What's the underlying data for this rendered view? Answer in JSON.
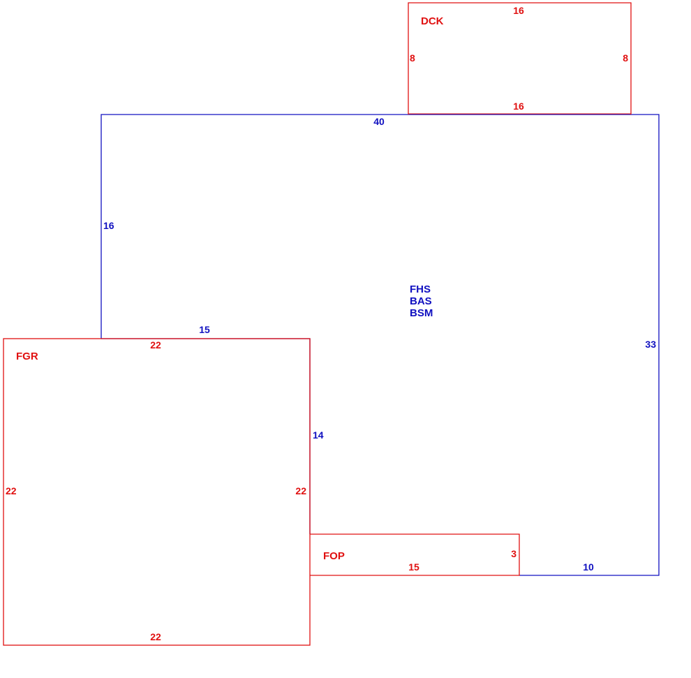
{
  "colors": {
    "living": "#1010c0",
    "ancillary": "#e01010"
  },
  "areas": {
    "main": {
      "codes": [
        "FHS",
        "BAS",
        "BSM"
      ],
      "dims": {
        "top": "40",
        "left": "16",
        "inner_top": "15",
        "inner_right": "14",
        "right": "33",
        "bottom": "10"
      }
    },
    "deck": {
      "code": "DCK",
      "dims": {
        "top": "16",
        "left": "8",
        "right": "8",
        "bottom": "16"
      }
    },
    "garage": {
      "code": "FGR",
      "dims": {
        "top": "22",
        "left": "22",
        "right": "22",
        "bottom": "22"
      }
    },
    "porch": {
      "code": "FOP",
      "dims": {
        "bottom": "15",
        "right": "3"
      }
    }
  }
}
